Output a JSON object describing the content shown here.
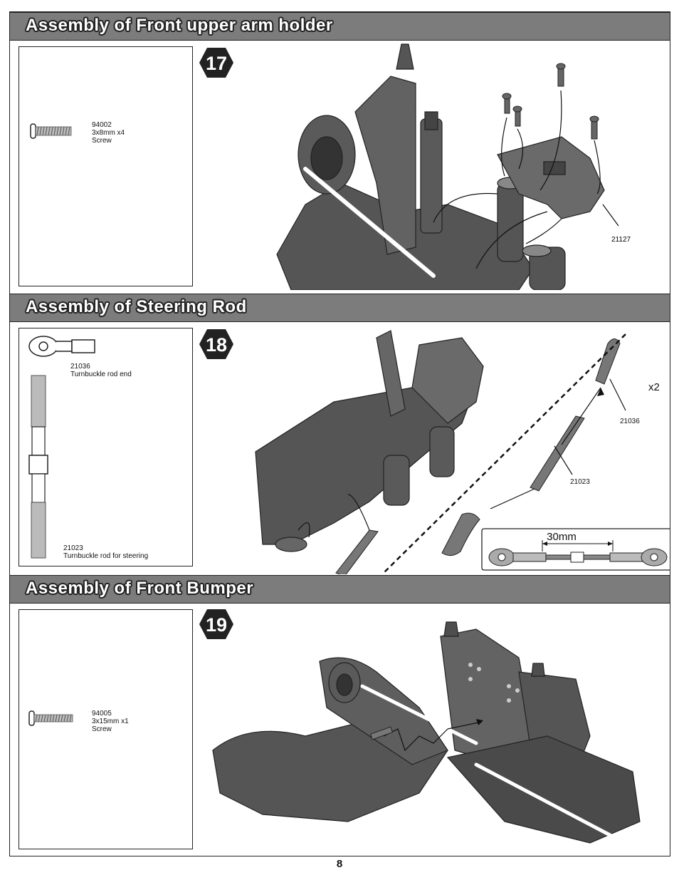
{
  "sections": [
    {
      "title": "Assembly of Front upper arm holder",
      "step": "17",
      "parts": [
        {
          "code": "94002",
          "size": "3x8mm x4",
          "name": "Screw"
        }
      ],
      "callouts": [
        "21127"
      ]
    },
    {
      "title": "Assembly of Steering Rod",
      "step": "18",
      "parts": [
        {
          "code": "21036",
          "name": "Turnbuckle rod end"
        },
        {
          "code": "21023",
          "name": "Turnbuckle rod for steering"
        }
      ],
      "callouts": [
        "21036",
        "21023"
      ],
      "quantity": "x2",
      "measure": "30mm"
    },
    {
      "title": "Assembly of Front Bumper",
      "step": "19",
      "parts": [
        {
          "code": "94005",
          "size": "3x15mm x1",
          "name": "Screw"
        }
      ]
    }
  ],
  "page_number": "8"
}
